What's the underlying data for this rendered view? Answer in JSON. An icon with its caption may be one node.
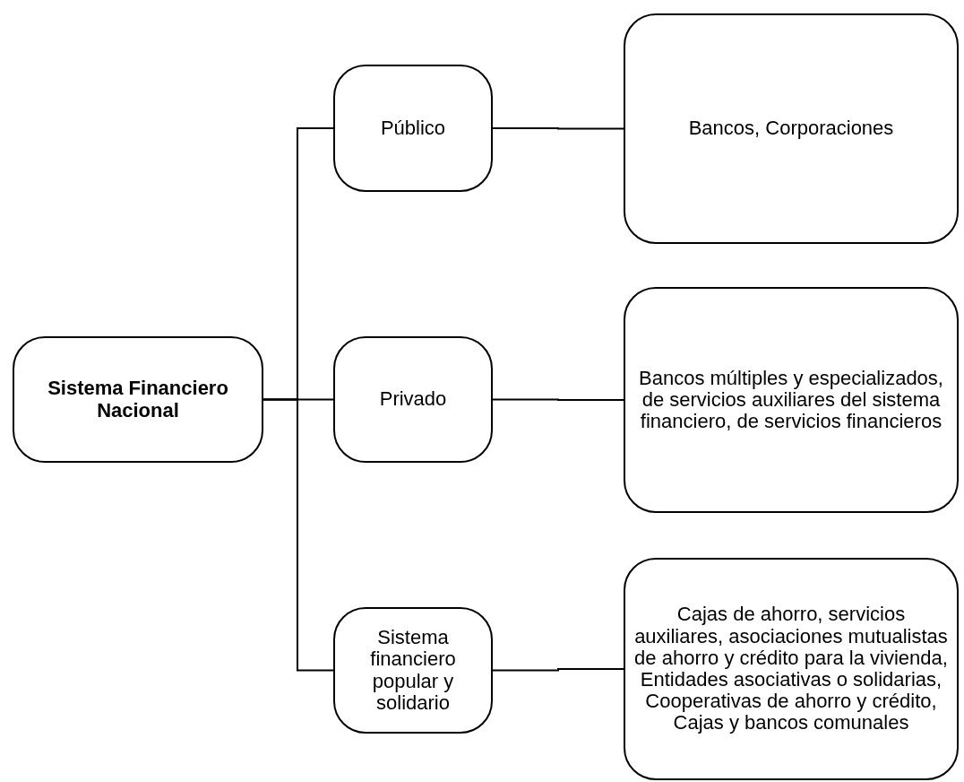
{
  "diagram": {
    "nodes": [
      {
        "text": [
          "Sistema Financiero Nacional"
        ]
      },
      {
        "text": [
          "Público"
        ]
      },
      {
        "text": [
          "Bancos, Corporaciones"
        ]
      },
      {
        "text": [
          "Privado"
        ]
      },
      {
        "text": [
          "Bancos múltiples y especializados, de servicios auxiliares del sistema financiero, de servicios financieros"
        ]
      },
      {
        "text": [
          "Sistema financiero popular y solidario"
        ]
      },
      {
        "text": [
          "Cajas de ahorro, servicios auxiliares, asociaciones mutualistas de ahorro y crédito para la vivienda, Entidades asociativas o solidarias, Cooperativas de ahorro y crédito, Cajas y bancos comunales"
        ]
      }
    ],
    "edges": [
      {
        "from": 0,
        "to": 1,
        "arrow": "none"
      },
      {
        "from": 0,
        "to": 3,
        "arrow": "none"
      },
      {
        "from": 0,
        "to": 5,
        "arrow": "none"
      },
      {
        "from": 1,
        "to": 2,
        "arrow": "none"
      },
      {
        "from": 3,
        "to": 4,
        "arrow": "none"
      },
      {
        "from": 5,
        "to": 6,
        "arrow": "none"
      }
    ]
  }
}
